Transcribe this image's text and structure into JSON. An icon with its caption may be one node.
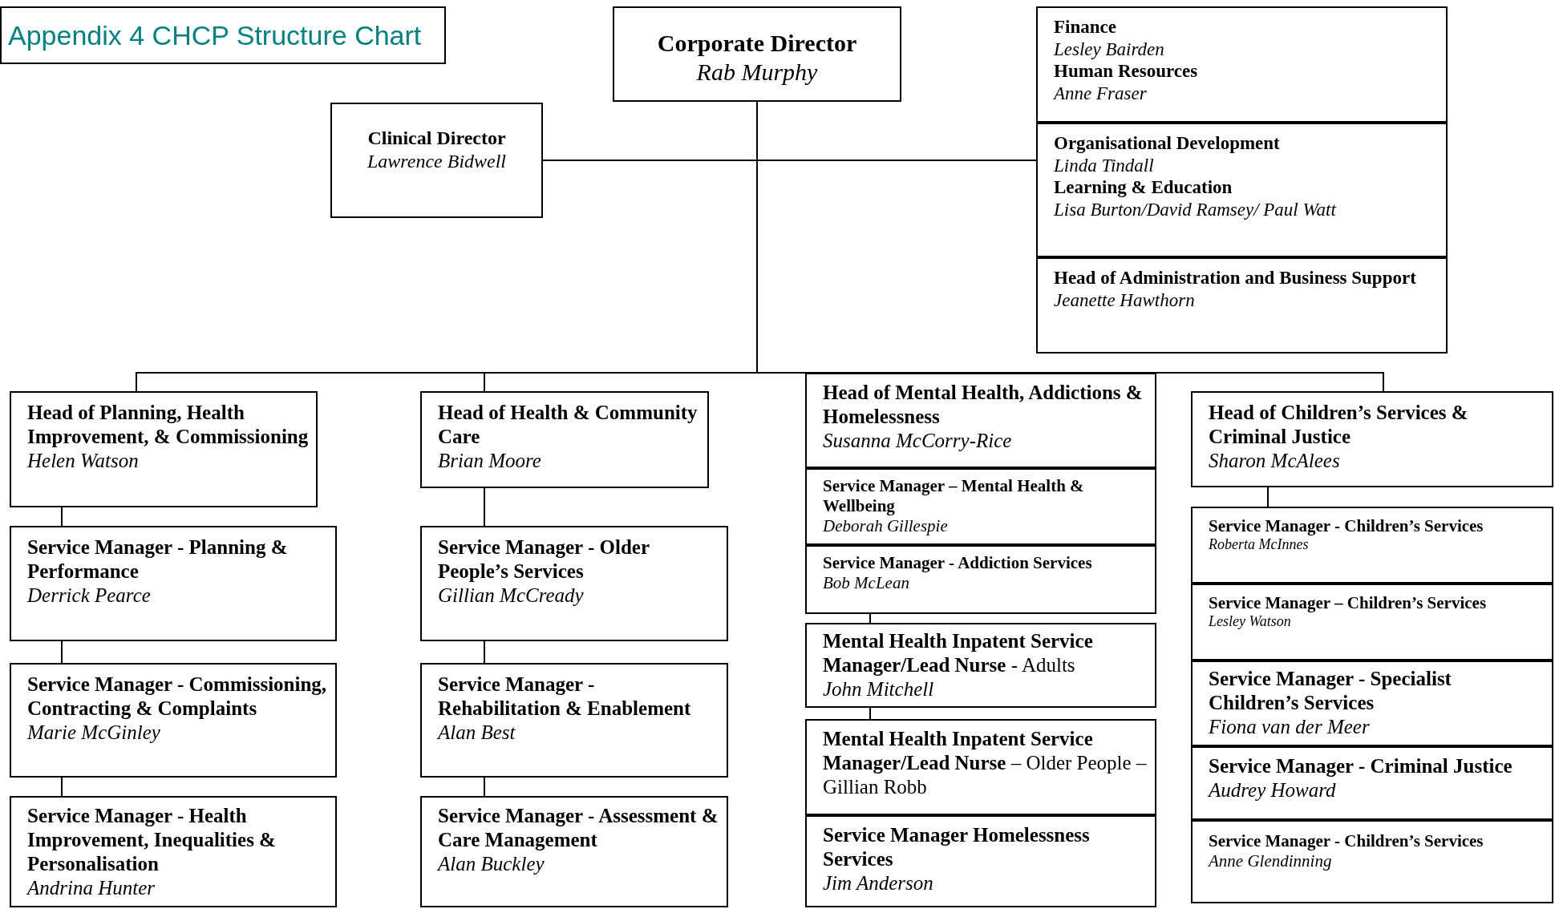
{
  "diagram": {
    "title": "Appendix 4 CHCP Structure Chart",
    "nodes": [
      {
        "text": [
          "Corporate Director",
          "Rab Murphy"
        ]
      },
      {
        "text": [
          "Clinical Director",
          "Lawrence Bidwell"
        ]
      },
      {
        "text": [
          "Finance",
          "Lesley Bairden",
          "Human Resources",
          "Anne Fraser"
        ]
      },
      {
        "text": [
          "Organisational Development",
          "Linda Tindall",
          "Learning & Education",
          "Lisa Burton/David Ramsey/ Paul Watt"
        ]
      },
      {
        "text": [
          "Head of Administration and Business Support",
          "Jeanette Hawthorn"
        ]
      },
      {
        "text": [
          "Head of Planning, Health Improvement, & Commissioning",
          "Helen Watson"
        ]
      },
      {
        "text": [
          "Service Manager - Planning & Performance",
          "Derrick Pearce"
        ]
      },
      {
        "text": [
          "Service Manager - Commissioning, Contracting & Complaints",
          "Marie McGinley"
        ]
      },
      {
        "text": [
          "Service Manager - Health Improvement, Inequalities & Personalisation",
          "Andrina Hunter"
        ]
      },
      {
        "text": [
          "Head of Health & Community Care",
          "Brian Moore"
        ]
      },
      {
        "text": [
          "Service Manager - Older People’s Services",
          "Gillian McCready"
        ]
      },
      {
        "text": [
          "Service Manager - Rehabilitation & Enablement",
          "Alan Best"
        ]
      },
      {
        "text": [
          "Service Manager - Assessment & Care Management",
          "Alan Buckley"
        ]
      },
      {
        "text": [
          "Head of Mental Health, Addictions & Homelessness",
          "Susanna McCorry-Rice"
        ]
      },
      {
        "text": [
          "Service Manager – Mental Health & Wellbeing",
          "Deborah Gillespie"
        ]
      },
      {
        "text": [
          "Service Manager - Addiction Services",
          "Bob McLean"
        ]
      },
      {
        "text": [
          "**Mental Health Inpatent Service Manager/Lead Nurse** - Adults",
          "John Mitchell"
        ]
      },
      {
        "text": [
          "**Mental Health Inpatent Service Manager/Lead Nurse** – Older People – Gillian Robb"
        ]
      },
      {
        "text": [
          "Service Manager Homelessness Services",
          "Jim Anderson"
        ]
      },
      {
        "text": [
          "Head of Children’s Services & Criminal Justice",
          "Sharon McAlees"
        ]
      },
      {
        "text": [
          "Service Manager - Children’s Services",
          "Roberta McInnes"
        ]
      },
      {
        "text": [
          "Service Manager – Children’s Services",
          "Lesley Watson"
        ]
      },
      {
        "text": [
          "Service Manager - Specialist Children’s Services",
          "Fiona van der Meer"
        ]
      },
      {
        "text": [
          "Service Manager - Criminal Justice",
          "Audrey Howard"
        ]
      },
      {
        "text": [
          "Service Manager - Children’s Services",
          "Anne Glendinning"
        ]
      }
    ],
    "edges": [
      {
        "from": 0,
        "to": 1,
        "arrow": "none"
      },
      {
        "from": 0,
        "to": 3,
        "arrow": "none"
      },
      {
        "from": 0,
        "to": 5,
        "arrow": "none"
      },
      {
        "from": 0,
        "to": 9,
        "arrow": "none"
      },
      {
        "from": 0,
        "to": 13,
        "arrow": "none"
      },
      {
        "from": 0,
        "to": 19,
        "arrow": "none"
      },
      {
        "from": 5,
        "to": 6,
        "arrow": "none"
      },
      {
        "from": 6,
        "to": 7,
        "arrow": "none"
      },
      {
        "from": 7,
        "to": 8,
        "arrow": "none"
      },
      {
        "from": 9,
        "to": 10,
        "arrow": "none"
      },
      {
        "from": 10,
        "to": 11,
        "arrow": "none"
      },
      {
        "from": 11,
        "to": 12,
        "arrow": "none"
      },
      {
        "from": 15,
        "to": 16,
        "arrow": "none"
      },
      {
        "from": 16,
        "to": 17,
        "arrow": "none"
      },
      {
        "from": 19,
        "to": 20,
        "arrow": "none"
      }
    ]
  }
}
